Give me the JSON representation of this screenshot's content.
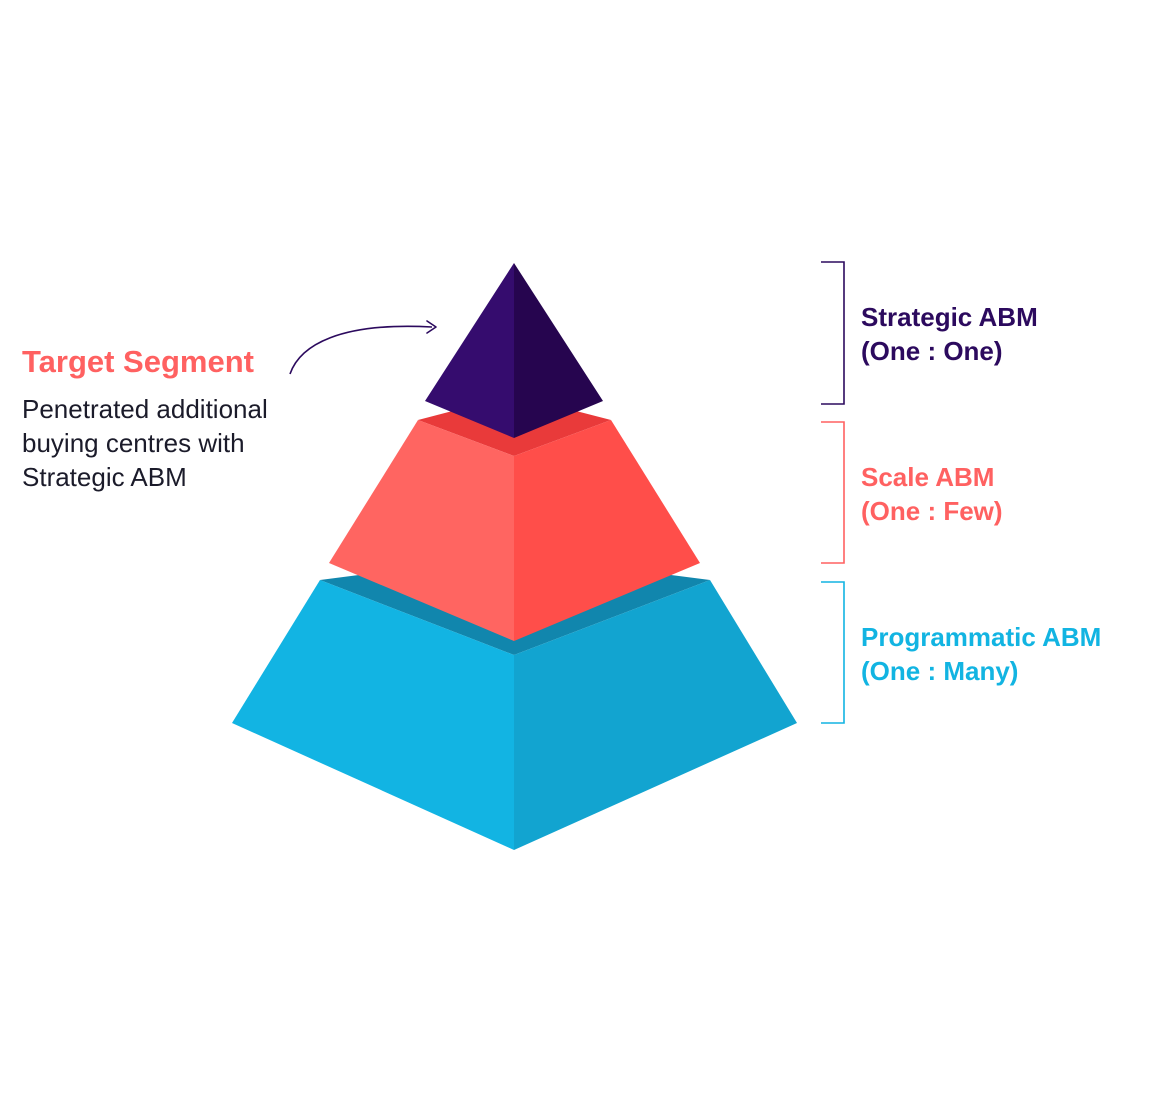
{
  "callout": {
    "title": "Target Segment",
    "body": "Penetrated additional buying centres with Strategic ABM"
  },
  "tiers": [
    {
      "name": "Strategic ABM",
      "ratio": "(One : One)",
      "color": "#2c0a5e"
    },
    {
      "name": "Scale ABM",
      "ratio": "(One : Few)",
      "color": "#ff6161"
    },
    {
      "name": "Programmatic ABM",
      "ratio": "(One : Many)",
      "color": "#12b4e2"
    }
  ],
  "colors": {
    "top_left": "#350c6e",
    "top_right": "#26054f",
    "mid_left": "#ff6561",
    "mid_right": "#ff4e4a",
    "mid_ledge": "#e93a3a",
    "base_left": "#12b4e3",
    "base_right": "#12a4d0",
    "base_ledge": "#1186ad",
    "callout_arrow": "#2c0a5e"
  }
}
